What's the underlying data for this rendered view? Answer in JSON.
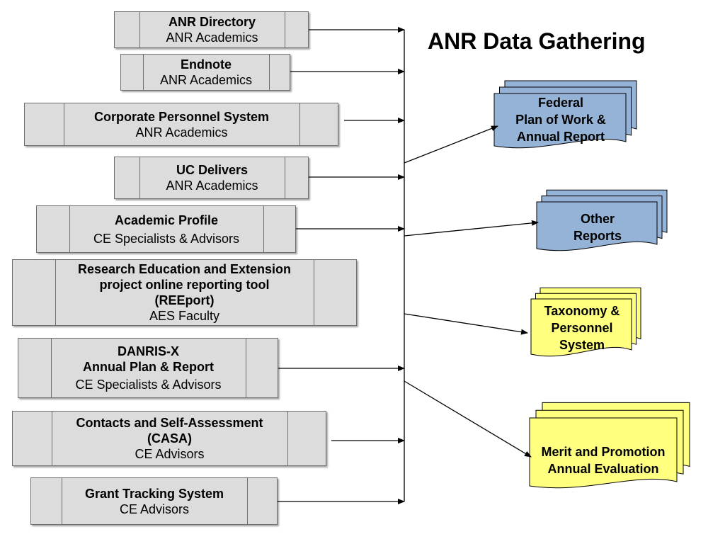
{
  "title": "ANR Data Gathering",
  "sources": [
    {
      "name": "ANR Directory",
      "sub": "ANR Academics"
    },
    {
      "name": "Endnote",
      "sub": "ANR Academics"
    },
    {
      "name": "Corporate Personnel System",
      "sub": "ANR Academics"
    },
    {
      "name": "UC Delivers",
      "sub": "ANR Academics"
    },
    {
      "name": "Academic Profile",
      "sub": "CE Specialists & Advisors"
    },
    {
      "name": "Research Education and Extension\nproject online reporting tool\n(REEport)",
      "sub": "AES Faculty"
    },
    {
      "name": "DANRIS-X\nAnnual Plan & Report",
      "sub": "CE Specialists & Advisors"
    },
    {
      "name": "Contacts and Self-Assessment\n(CASA)",
      "sub": "CE Advisors"
    },
    {
      "name": "Grant Tracking System",
      "sub": "CE Advisors"
    }
  ],
  "outputs": [
    {
      "label": "Federal\nPlan of Work &\nAnnual Report",
      "color": "#95b3d7"
    },
    {
      "label": "Other\nReports",
      "color": "#95b3d7"
    },
    {
      "label": "Taxonomy &\nPersonnel\nSystem",
      "color": "#ffff80"
    },
    {
      "label": "Merit and Promotion\nAnnual Evaluation",
      "color": "#ffff80"
    }
  ]
}
